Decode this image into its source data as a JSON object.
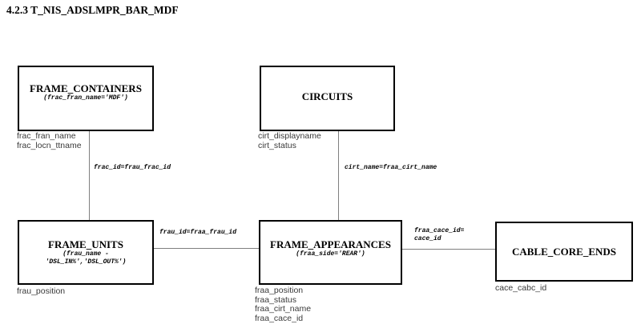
{
  "page_title": "4.2.3 T_NIS_ADSLMPR_BAR_MDF",
  "colors": {
    "box_border": "#000000",
    "connector_line": "#7f7f7f",
    "attribute_text": "#3a3a3a",
    "title_text": "#000000",
    "background": "#ffffff"
  },
  "entities": [
    {
      "id": "frame_containers",
      "title": "FRAME_CONTAINERS",
      "subtitle_lines": [
        "(frac_fran_name='MDF')"
      ],
      "attributes": [
        "frac_fran_name",
        "frac_locn_ttname"
      ]
    },
    {
      "id": "circuits",
      "title": "CIRCUITS",
      "subtitle_lines": [],
      "attributes": [
        "cirt_displayname",
        "cirt_status"
      ]
    },
    {
      "id": "frame_units",
      "title": "FRAME_UNITS",
      "subtitle_lines": [
        "(frau_name -",
        "'DSL_IN%','DSL_OUT%')"
      ],
      "attributes": [
        "frau_position"
      ]
    },
    {
      "id": "frame_appearances",
      "title": "FRAME_APPEARANCES",
      "subtitle_lines": [
        "(fraa_side='REAR')"
      ],
      "attributes": [
        "fraa_position",
        "fraa_status",
        "fraa_cirt_name",
        "fraa_cace_id"
      ]
    },
    {
      "id": "cable_core_ends",
      "title": "CABLE_CORE_ENDS",
      "subtitle_lines": [],
      "attributes": [
        "cace_cabc_id"
      ]
    }
  ],
  "relationships": [
    {
      "from": "FRAME_CONTAINERS",
      "to": "FRAME_UNITS",
      "label": "frac_id=frau_frac_id"
    },
    {
      "from": "CIRCUITS",
      "to": "FRAME_APPEARANCES",
      "label": "cirt_name=fraa_cirt_name"
    },
    {
      "from": "FRAME_UNITS",
      "to": "FRAME_APPEARANCES",
      "label": "frau_id=fraa_frau_id"
    },
    {
      "from": "FRAME_APPEARANCES",
      "to": "CABLE_CORE_ENDS",
      "label_line1": "fraa_cace_id=",
      "label_line2": "cace_id"
    }
  ]
}
